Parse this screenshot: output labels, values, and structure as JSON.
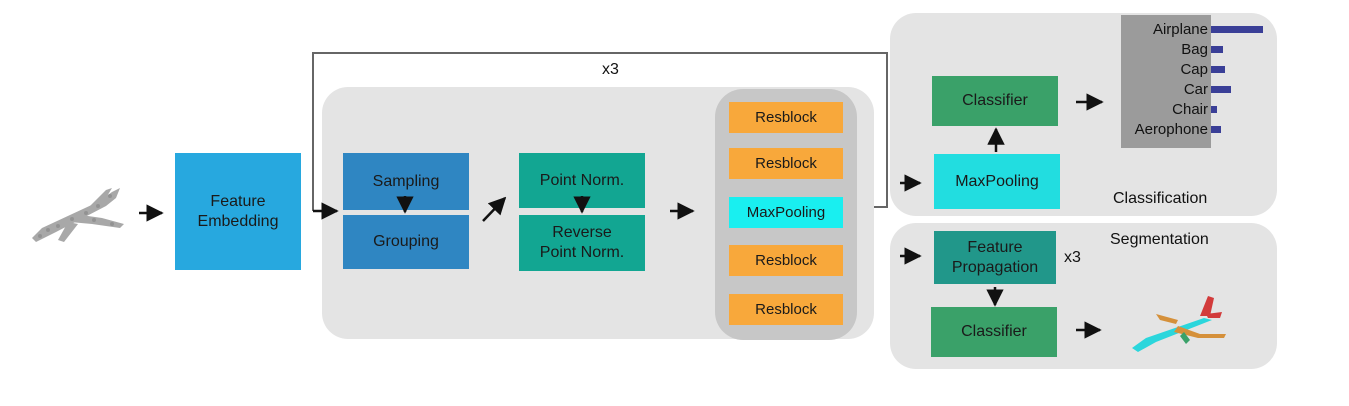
{
  "colors": {
    "panel": "#e4e4e4",
    "stage_box": "#2f86c2",
    "embedding_box": "#27a8df",
    "norm_box": "#12a692",
    "resblock": "#f8a83b",
    "maxpool_bright": "#19eff0",
    "maxpool_cls": "#22dde0",
    "classifier": "#3aa169",
    "feature_propagation": "#21978a",
    "bar": "#3a3f97",
    "class_list_bg": "#9b9b9b"
  },
  "diagram": {
    "repeat_label": "x3",
    "feature_embedding": "Feature\nEmbedding",
    "sampling": "Sampling",
    "grouping": "Grouping",
    "point_norm": "Point Norm.",
    "reverse_point_norm": "Reverse\nPoint Norm.",
    "stack": [
      "Resblock",
      "Resblock",
      "MaxPooling",
      "Resblock",
      "Resblock"
    ]
  },
  "classification": {
    "title": "Classification",
    "classifier": "Classifier",
    "maxpooling": "MaxPooling",
    "classes": [
      {
        "label": "Airplane",
        "score": 1.0
      },
      {
        "label": "Bag",
        "score": 0.24
      },
      {
        "label": "Cap",
        "score": 0.26
      },
      {
        "label": "Car",
        "score": 0.38
      },
      {
        "label": "Chair",
        "score": 0.12
      },
      {
        "label": "Aerophone",
        "score": 0.2
      }
    ]
  },
  "segmentation": {
    "title": "Segmentation",
    "feature_propagation": "Feature\nPropagation",
    "repeat_label": "x3",
    "classifier": "Classifier"
  }
}
